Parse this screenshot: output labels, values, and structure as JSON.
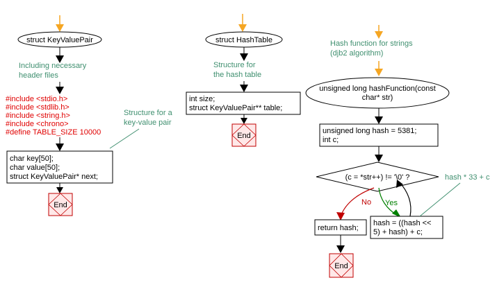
{
  "colors": {
    "entry_arrow": "#f5a623",
    "comment_text": "#3f8f6f",
    "include_text": "#e00000",
    "no_edge": "#c00000",
    "yes_edge": "#008000",
    "end_fill": "#ffe8e8",
    "end_stroke": "#c00000"
  },
  "col1": {
    "title": "struct KeyValuePair",
    "comment1": [
      "Including necessary",
      "header files"
    ],
    "includes": [
      "#include <stdio.h>",
      "#include <stdlib.h>",
      "#include <string.h>",
      "#include <chrono>",
      "#define TABLE_SIZE 10000"
    ],
    "comment2": [
      "Structure for a",
      "key-value pair"
    ],
    "fields": [
      "char key[50];",
      "char value[50];",
      "struct KeyValuePair* next;"
    ],
    "end": "End"
  },
  "col2": {
    "title": "struct HashTable",
    "comment": [
      "Structure for",
      "the hash table"
    ],
    "fields": [
      "int size;",
      "struct KeyValuePair** table;"
    ],
    "end": "End"
  },
  "col3": {
    "comment": [
      "Hash function for strings",
      "(djb2 algorithm)"
    ],
    "title": [
      "unsigned long hashFunction(const",
      "char* str)"
    ],
    "init": [
      "unsigned long hash = 5381;",
      "int c;"
    ],
    "condition": "(c = *str++) != '\\0' ?",
    "no_label": "No",
    "yes_label": "Yes",
    "return_stmt": "return hash;",
    "update": [
      "hash = ((hash <<",
      "5) + hash) + c;"
    ],
    "loop_comment": "hash * 33 + c",
    "end": "End"
  }
}
